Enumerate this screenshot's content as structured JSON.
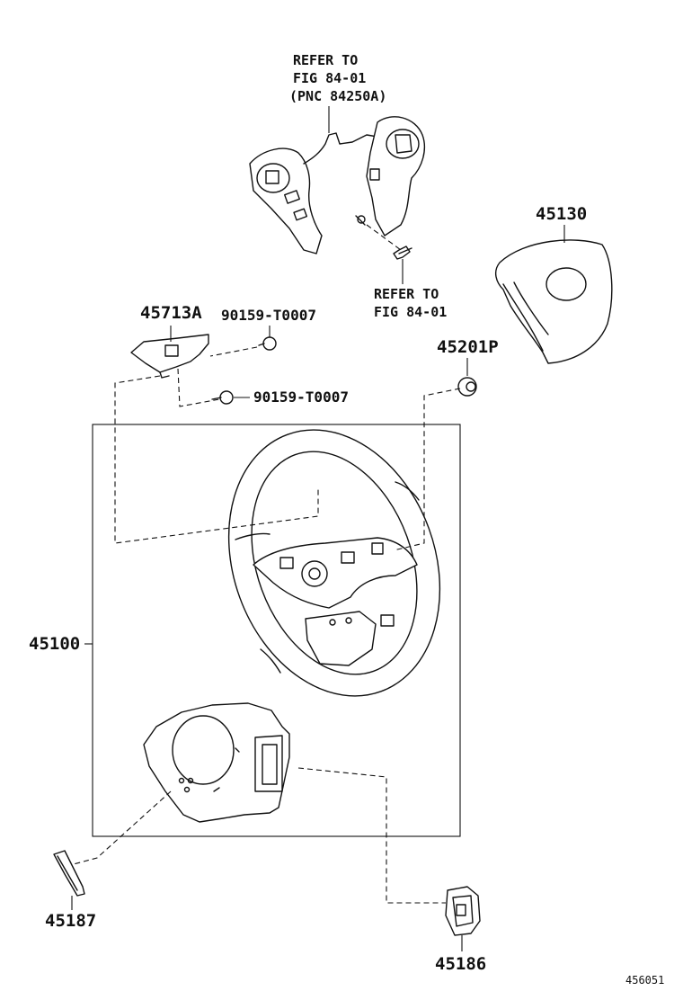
{
  "callouts": {
    "switch_ref": [
      "REFER TO",
      "FIG 84-01",
      "(PNC 84250A)"
    ],
    "screw_ref": [
      "REFER TO",
      "FIG 84-01"
    ],
    "p45130": "45130",
    "p45713a": "45713A",
    "p90159_a": "90159-T0007",
    "p45201p": "45201P",
    "p90159_b": "90159-T0007",
    "p45100": "45100",
    "p45187": "45187",
    "p45186": "45186"
  },
  "figure_id": "456051"
}
